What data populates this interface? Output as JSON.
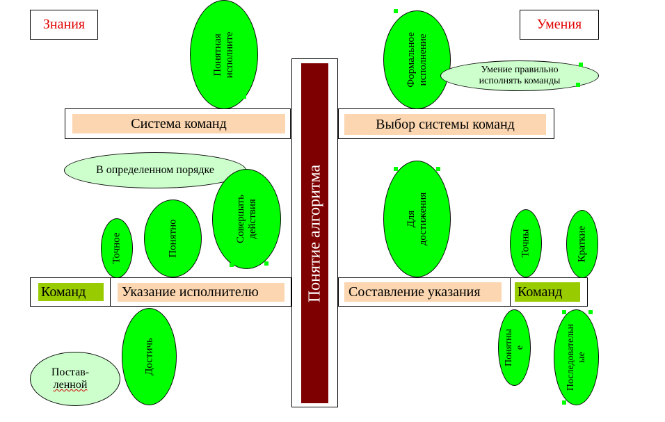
{
  "corners": {
    "left": "Знания",
    "right": "Умения"
  },
  "center": {
    "label": "Понятие алгоритма"
  },
  "top_left": {
    "label": "Система команд"
  },
  "top_right": {
    "label": "Выбор системы команд"
  },
  "bottom_left": {
    "tag": "Команд",
    "label": "Указание исполнителю"
  },
  "bottom_right": {
    "label": "Составление указания",
    "tag": "Команд"
  },
  "ovals": {
    "understandable_performer": [
      "Понятная",
      "исполните"
    ],
    "formal_execution": [
      "Формальное",
      "исполнение"
    ],
    "execute_commands": [
      "Умение правильно",
      "исполнять команды"
    ],
    "in_order": "В определенном порядке",
    "exact": "Точное",
    "clear": "Понятно",
    "perform_actions": [
      "Совершать",
      "действия"
    ],
    "to_achieve": [
      "Для",
      "достижения"
    ],
    "precise": "Точны",
    "brief": "Краткие",
    "achieve": "Достичь",
    "set_goal": [
      "Постав-",
      "ленной"
    ],
    "understandable": [
      "Понятны",
      "е"
    ],
    "sequential": [
      "Последовательн",
      "ые"
    ]
  },
  "colors": {
    "oval_fill": "#00ff00",
    "oval_pale_fill": "#ccffcc",
    "label_fill": "#fbd6b0",
    "tag_fill": "#99cc00",
    "spine_fill": "#7f0000",
    "corner_text": "#e00000"
  }
}
